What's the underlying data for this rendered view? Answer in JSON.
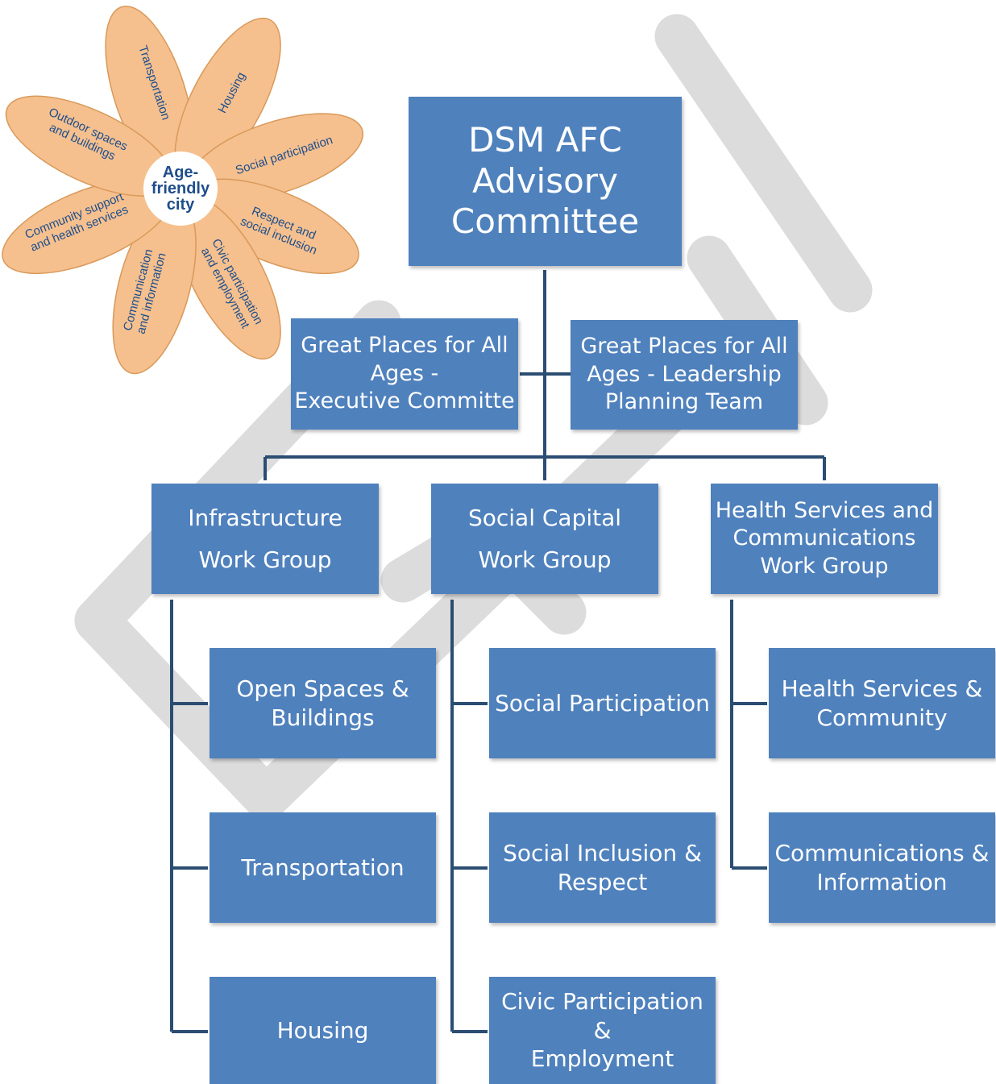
{
  "flower": {
    "center": [
      "Age-",
      "friendly",
      "city"
    ],
    "petals": [
      "Transportation",
      "Housing",
      "Social participation",
      "Respect and social inclusion",
      "Civic participation and employment",
      "Communication and information",
      "Community support and health services",
      "Outdoor spaces and buildings"
    ]
  },
  "chart": {
    "top": "DSM AFC\nAdvisory\nCommittee",
    "exec": "Great Places for All\nAges -\nExecutive Committe",
    "leadership": "Great Places for All\nAges - Leadership\nPlanning Team",
    "groups": [
      {
        "label": "Infrastructure\nWork Group",
        "items": [
          "Open Spaces &\nBuildings",
          "Transportation",
          "Housing"
        ]
      },
      {
        "label": "Social Capital\nWork Group",
        "items": [
          "Social Participation",
          "Social Inclusion &\nRespect",
          "Civic Participation &\nEmployment"
        ]
      },
      {
        "label": "Health Services and\nCommunications\nWork Group",
        "items": [
          "Health Services &\nCommunity",
          "Communications &\nInformation"
        ]
      }
    ]
  },
  "colors": {
    "box": "#4f81bd",
    "line": "#2b4d72",
    "petal": "#f5c08e",
    "petal_stroke": "#d9995a",
    "petal_text": "#1f4e8c",
    "watermark": "#d9d9d9"
  }
}
